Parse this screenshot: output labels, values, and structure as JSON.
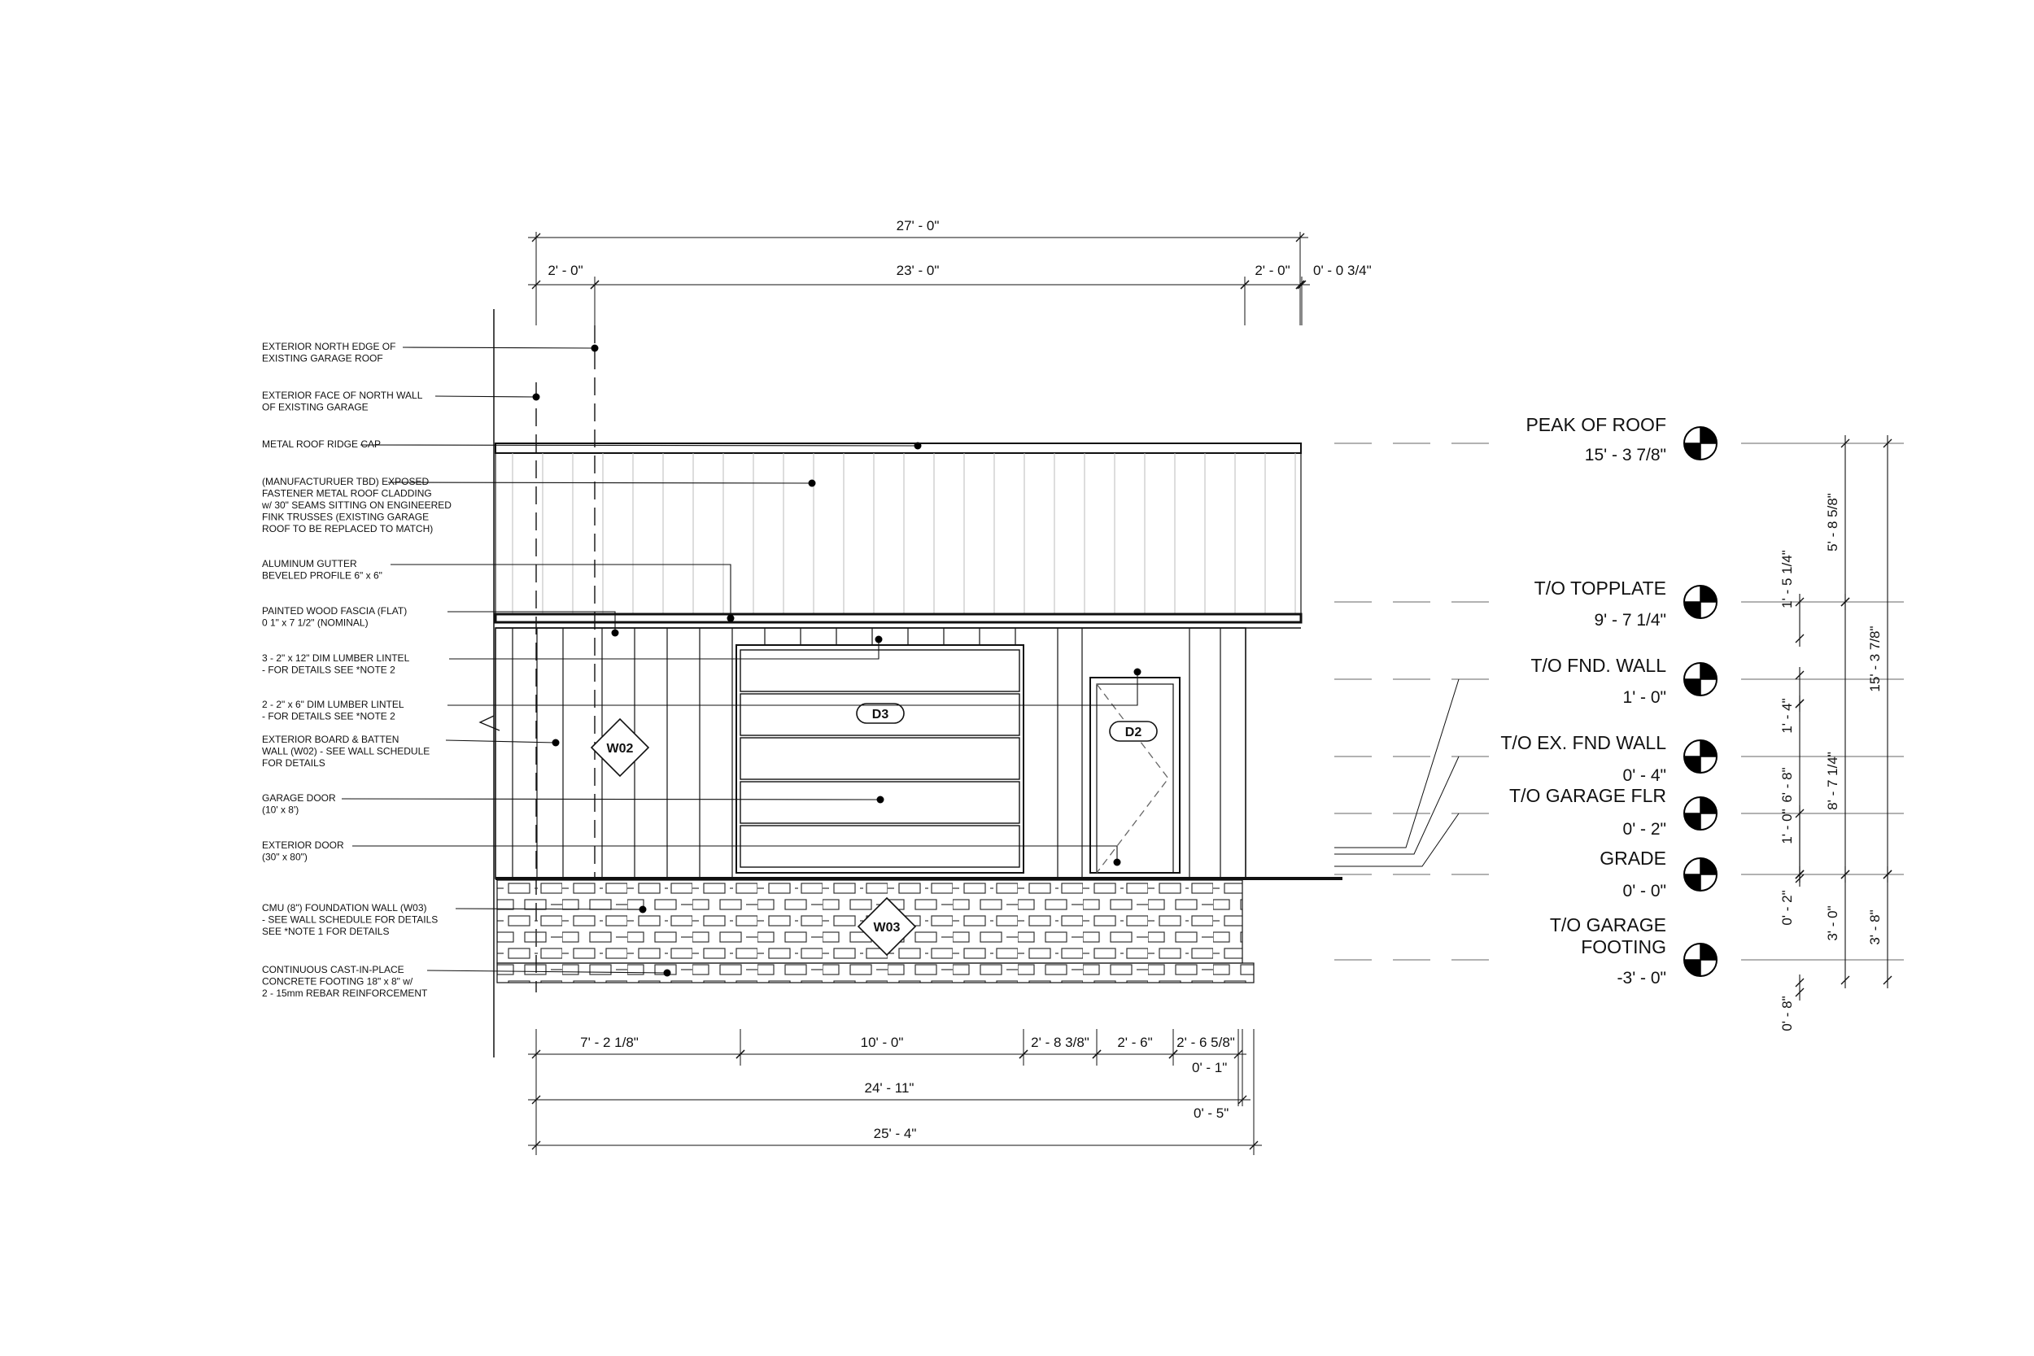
{
  "notes": [
    {
      "lines": [
        "EXTERIOR NORTH EDGE OF",
        "EXISTING GARAGE ROOF"
      ]
    },
    {
      "lines": [
        "EXTERIOR FACE OF NORTH WALL",
        "OF EXISTING GARAGE"
      ]
    },
    {
      "lines": [
        "METAL ROOF RIDGE CAP"
      ]
    },
    {
      "lines": [
        "(MANUFACTURUER TBD) EXPOSED",
        "FASTENER METAL ROOF CLADDING",
        "w/ 30\" SEAMS SITTING ON ENGINEERED",
        "FINK TRUSSES (EXISTING GARAGE",
        "ROOF TO BE REPLACED TO MATCH)"
      ]
    },
    {
      "lines": [
        "ALUMINUM GUTTER",
        "BEVELED PROFILE 6\" x 6\""
      ]
    },
    {
      "lines": [
        "PAINTED WOOD FASCIA (FLAT)",
        "0 1\" x 7 1/2\" (NOMINAL)"
      ]
    },
    {
      "lines": [
        "3 - 2\" x 12\" DIM LUMBER LINTEL",
        "- FOR DETAILS SEE *NOTE 2"
      ]
    },
    {
      "lines": [
        "2 - 2\" x 6\" DIM LUMBER LINTEL",
        "- FOR DETAILS SEE *NOTE 2"
      ]
    },
    {
      "lines": [
        "EXTERIOR BOARD & BATTEN",
        "WALL (W02) - SEE WALL SCHEDULE",
        "FOR DETAILS"
      ]
    },
    {
      "lines": [
        "GARAGE DOOR",
        "(10' x 8')"
      ]
    },
    {
      "lines": [
        "EXTERIOR DOOR",
        "(30\" x 80\")"
      ]
    },
    {
      "lines": [
        "CMU (8\") FOUNDATION WALL (W03)",
        " - SEE WALL SCHEDULE FOR DETAILS",
        "SEE *NOTE 1 FOR DETAILS"
      ]
    },
    {
      "lines": [
        "CONTINUOUS CAST-IN-PLACE",
        "CONCRETE FOOTING 18\" x 8\" w/",
        "2 - 15mm REBAR REINFORCEMENT"
      ]
    }
  ],
  "levels": [
    {
      "name_lines": [
        "PEAK OF ROOF"
      ],
      "elevation": "15' - 3 7/8\""
    },
    {
      "name_lines": [
        "T/O TOPPLATE"
      ],
      "elevation": "9' - 7 1/4\""
    },
    {
      "name_lines": [
        "T/O FND. WALL"
      ],
      "elevation": "1' - 0\""
    },
    {
      "name_lines": [
        "T/O EX. FND WALL"
      ],
      "elevation": "0' - 4\""
    },
    {
      "name_lines": [
        "T/O GARAGE FLR"
      ],
      "elevation": "0' - 2\""
    },
    {
      "name_lines": [
        "GRADE"
      ],
      "elevation": "0' - 0\""
    },
    {
      "name_lines": [
        "T/O GARAGE",
        "FOOTING"
      ],
      "elevation": "-3' - 0\""
    }
  ],
  "dimensions": {
    "top_overall": "27' - 0\"",
    "top_segments": [
      "2' - 0\"",
      "23' - 0\"",
      "2' - 0\"",
      "0' - 0 3/4\""
    ],
    "bottom_segments": [
      "7' - 2 1/8\"",
      "10' - 0\"",
      "2' - 8 3/8\"",
      "2' - 6\"",
      "2' - 6 5/8\""
    ],
    "bottom_offset_1": "0' - 1\"",
    "bottom_overall_1": "24' - 11\"",
    "bottom_offset_2": "0' - 5\"",
    "bottom_overall_2": "25' - 4\"",
    "right_inner": [
      "1' - 5 1/4\"",
      "1' - 4\"",
      "6' - 8\"",
      "1' - 0\"",
      "0' - 2\"",
      "0' - 8\""
    ],
    "right_middle": [
      "5' - 8 5/8\"",
      "8' - 7 1/4\"",
      "3' - 0\""
    ],
    "right_outer": [
      "15' - 3 7/8\"",
      "3' - 8\""
    ]
  },
  "tags": {
    "garage_door": "D3",
    "exterior_door": "D2",
    "board_batten_wall": "W02",
    "foundation_wall": "W03"
  }
}
